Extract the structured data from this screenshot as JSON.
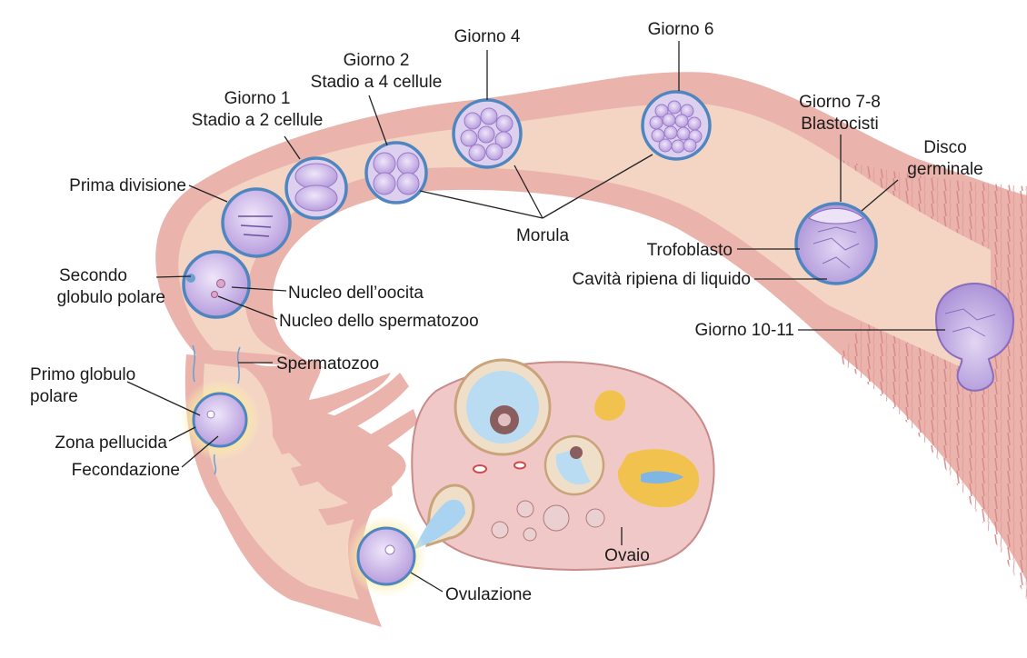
{
  "labels": {
    "giorno1": "Giorno 1",
    "stadio2": "Stadio a 2 cellule",
    "giorno2": "Giorno 2",
    "stadio4": "Stadio a 4 cellule",
    "giorno4": "Giorno 4",
    "giorno6": "Giorno 6",
    "giorno78": "Giorno 7-8",
    "blastocisti": "Blastocisti",
    "disco1": "Disco",
    "disco2": "germinale",
    "prima_divisione": "Prima divisione",
    "morula": "Morula",
    "trofoblasto": "Trofoblasto",
    "cavita": "Cavità ripiena di liquido",
    "secondo1": "Secondo",
    "secondo2": "globulo polare",
    "nucleo_oocita": "Nucleo dell’oocita",
    "nucleo_sperm": "Nucleo dello spermatozoo",
    "giorno1011": "Giorno 10-11",
    "spermatozoo": "Spermatozoo",
    "primo1": "Primo globulo",
    "primo2": "polare",
    "zona": "Zona pellucida",
    "fecondazione": "Fecondazione",
    "ovaio": "Ovaio",
    "ovulazione": "Ovulazione"
  },
  "colors": {
    "tube_wall": "#e8a8a2",
    "tube_lumen": "#f3d3c2",
    "ovary": "#f0c8c8",
    "cell": "#c9b3e6",
    "cell_rim": "#5a8fc4",
    "zona_halo": "#f6e37a"
  }
}
